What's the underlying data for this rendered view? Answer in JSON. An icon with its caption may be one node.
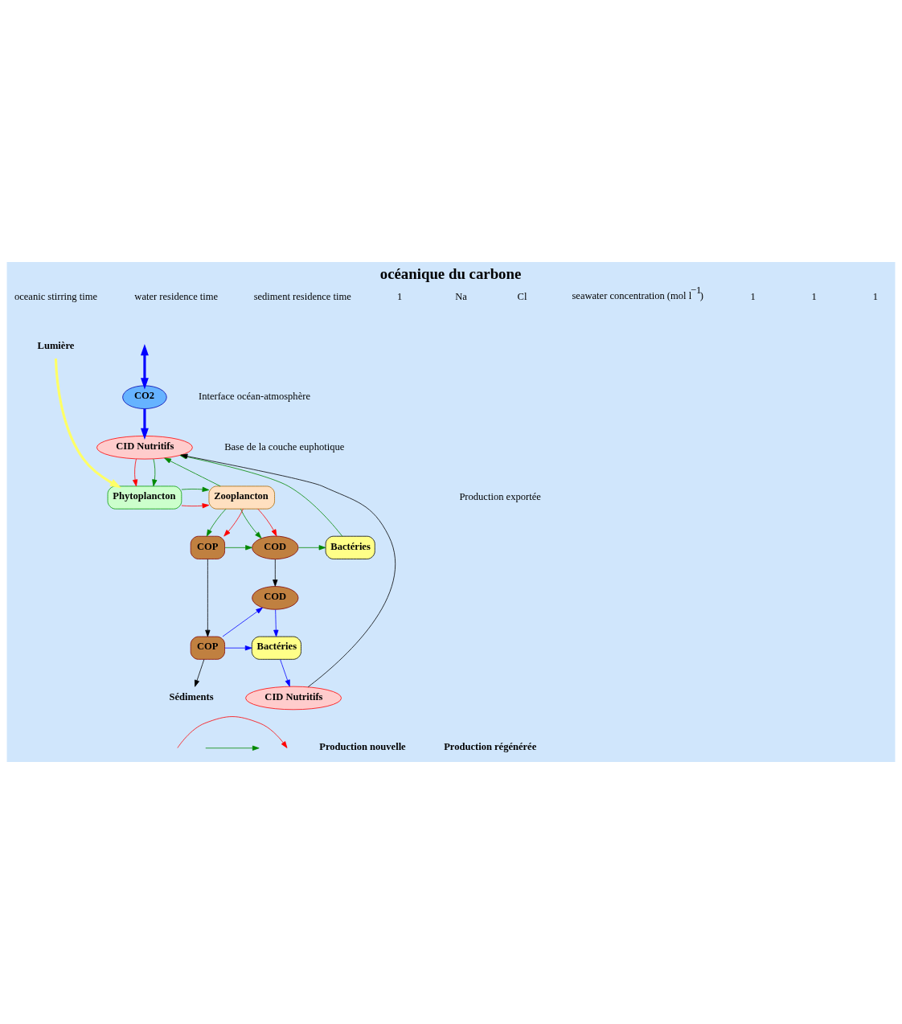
{
  "diagram": {
    "title": "océanique du carbone",
    "nodes": [
      {
        "text": [
          "Lumière"
        ]
      },
      {
        "text": [
          "CO2"
        ]
      },
      {
        "text": [
          "CID Nutritifs"
        ]
      },
      {
        "text": [
          "Phytoplancton"
        ]
      },
      {
        "text": [
          "Zooplancton"
        ]
      },
      {
        "text": [
          "Bactéries"
        ]
      },
      {
        "text": [
          "COD"
        ]
      },
      {
        "text": [
          "COP"
        ]
      },
      {
        "text": [
          "COD"
        ]
      },
      {
        "text": [
          "CID Nutritifs"
        ]
      },
      {
        "text": [
          "Bactéries"
        ]
      },
      {
        "text": [
          "COP"
        ]
      },
      {
        "text": [
          "Sédiments"
        ]
      }
    ],
    "edges": [
      {
        "from": 0,
        "to": 3,
        "arrow": "to",
        "style": "thick",
        "color": "#ffff66"
      },
      {
        "from": null,
        "to": 1,
        "arrow": "both",
        "style": "thick",
        "color": "#0000ff"
      },
      {
        "from": 1,
        "to": 2,
        "arrow": "to",
        "style": "thick",
        "color": "#0000ff"
      },
      {
        "from": 2,
        "to": 3,
        "arrow": "to",
        "color": "#ff0000"
      },
      {
        "from": 2,
        "to": 3,
        "arrow": "to"
      },
      {
        "from": 3,
        "to": 4,
        "arrow": "to",
        "color": "#ff0000"
      },
      {
        "from": 3,
        "to": 4,
        "arrow": "to"
      },
      {
        "from": 4,
        "to": 2,
        "arrow": "to"
      },
      {
        "from": 4,
        "to": 6,
        "arrow": "to"
      },
      {
        "from": 4,
        "to": 6,
        "arrow": "to",
        "color": "#ff0000"
      },
      {
        "from": 4,
        "to": 7,
        "arrow": "to"
      },
      {
        "from": 4,
        "to": 7,
        "arrow": "to",
        "color": "#ff0000"
      },
      {
        "from": 7,
        "to": 6,
        "arrow": "to"
      },
      {
        "from": 6,
        "to": 5,
        "arrow": "to"
      },
      {
        "from": 5,
        "to": 2,
        "arrow": "to"
      },
      {
        "from": 9,
        "to": 2,
        "arrow": "to",
        "color": "#000000"
      },
      {
        "from": 6,
        "to": 8,
        "arrow": "to",
        "color": "#000000"
      },
      {
        "from": 7,
        "to": 11,
        "arrow": "to",
        "color": "#000000"
      },
      {
        "from": 11,
        "to": 12,
        "arrow": "to",
        "color": "#000000"
      },
      {
        "from": 8,
        "to": 10,
        "arrow": "to",
        "color": "#0000ff"
      },
      {
        "from": 11,
        "to": 8,
        "arrow": "to",
        "color": "#0000ff"
      },
      {
        "from": 11,
        "to": 10,
        "arrow": "to",
        "color": "#0000ff"
      },
      {
        "from": 10,
        "to": 9,
        "arrow": "to",
        "color": "#0000ff"
      }
    ],
    "labels": [
      "oceanic stirring time",
      "water residence time",
      "sediment residence time",
      "1",
      "Na",
      "Cl",
      "seawater concentration (mol l$^{−1}$)",
      "1",
      "1",
      "1",
      "Interface océan-atmosphère",
      "Base de la couche euphotique",
      "Production exportée"
    ],
    "legend": [
      {
        "text": "Production nouvelle"
      },
      {
        "text": "Production régénérée"
      }
    ]
  }
}
